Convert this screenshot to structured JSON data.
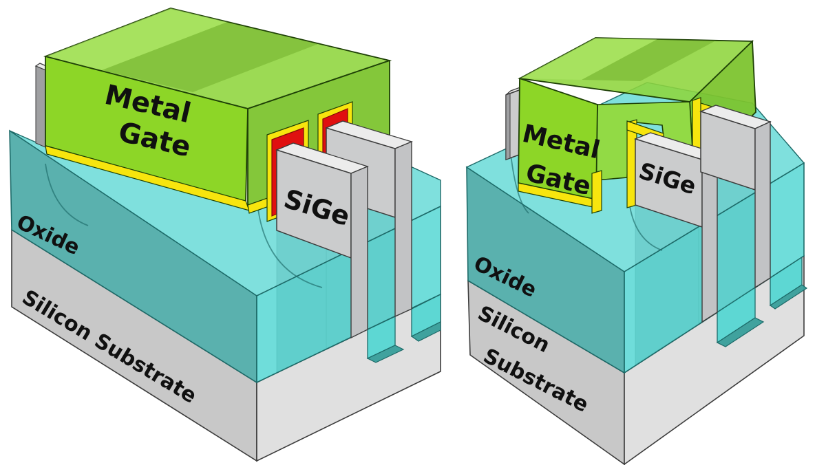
{
  "figure": {
    "type": "3d-semiconductor-diagram",
    "subject": "FinFET tri-gate transistor structures, two views"
  },
  "left_diagram": {
    "gate_label_line1": "Metal",
    "gate_label_line2": "Gate",
    "fin_label": "SiGe",
    "oxide_label": "Oxide",
    "substrate_label": "Silicon Substrate"
  },
  "right_diagram": {
    "gate_label_line1": "Metal",
    "gate_label_line2": "Gate",
    "fin_label": "SiGe",
    "oxide_label": "Oxide",
    "substrate_label_line1": "Silicon",
    "substrate_label_line2": "Substrate"
  },
  "colors": {
    "background": "#ffffff",
    "gate_front": "#8dd627",
    "gate_top": "#8ed53c",
    "gate_side": "#7cc42e",
    "gate_ext": "#93d93c",
    "gate_band_light": "#b2ea6a",
    "gate_band_dark": "#659f1f",
    "liner_yellow": "#f7e50e",
    "dielectric_red": "#e01010",
    "fin_face": "#cbcccd",
    "fin_top": "#ececec",
    "fin_cut": "#c2c3c5",
    "fin_under": "#aeb0b2",
    "fin_dark": "#9fa0a2",
    "oxide_top": "#5fd8d4",
    "oxide_left": "#53aeab",
    "oxide_right": "#4fd6d2",
    "oxide_trench_bottom": "#379e9a",
    "substrate_left": "#c8c8c8",
    "substrate_right": "#e0e0e0",
    "outline_dark": "#3c3c3c",
    "outline_green": "#1e4006",
    "outline_teal": "#1d6a68",
    "text": "#101010"
  }
}
